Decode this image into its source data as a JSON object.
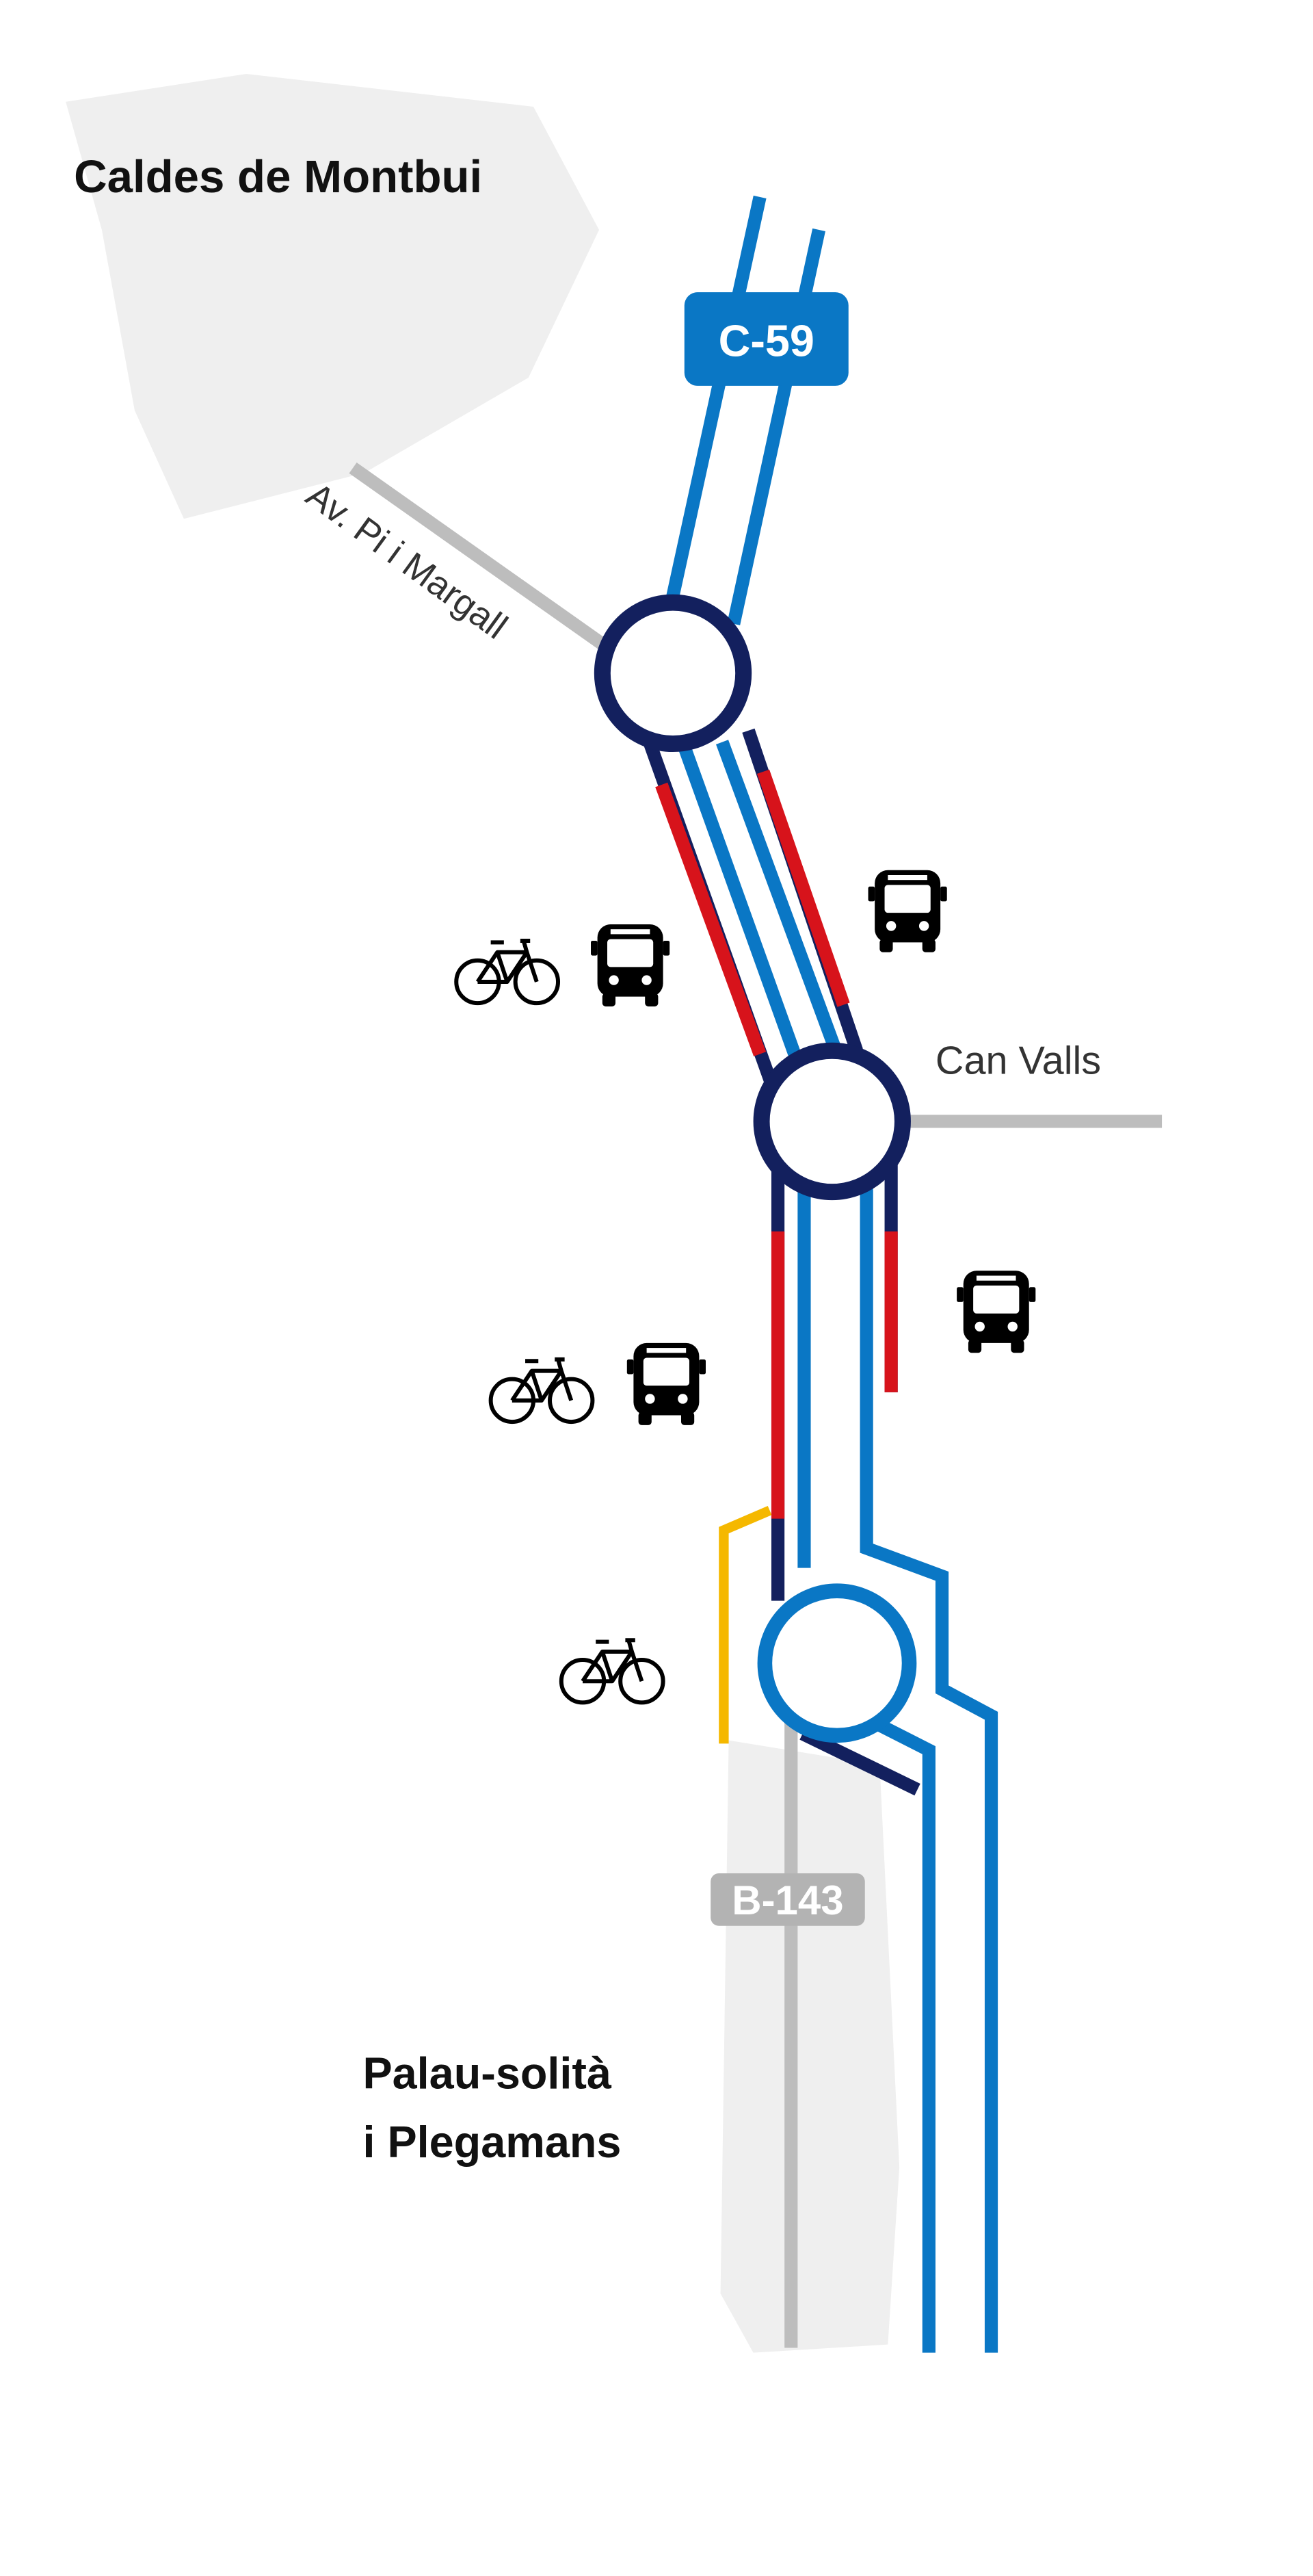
{
  "places": {
    "north_town": "Caldes de Montbui",
    "south_town_line1": "Palau-solità",
    "south_town_line2": "i Plegamans"
  },
  "roads": {
    "highway_badge": "C-59",
    "secondary_badge": "B-143",
    "street_west": "Av. Pi i Margall",
    "street_east": "Can Valls"
  },
  "icons": {
    "bus": "bus-icon",
    "bike": "bicycle-icon"
  },
  "colors": {
    "road_blue": "#0a77c5",
    "roundabout_navy": "#13205e",
    "bus_lane_red": "#d7131b",
    "bike_lane_yellow": "#f5b800",
    "urban_gray": "#efefef",
    "street_gray": "#bdbdbd",
    "badge_gray": "#b3b3b3"
  }
}
